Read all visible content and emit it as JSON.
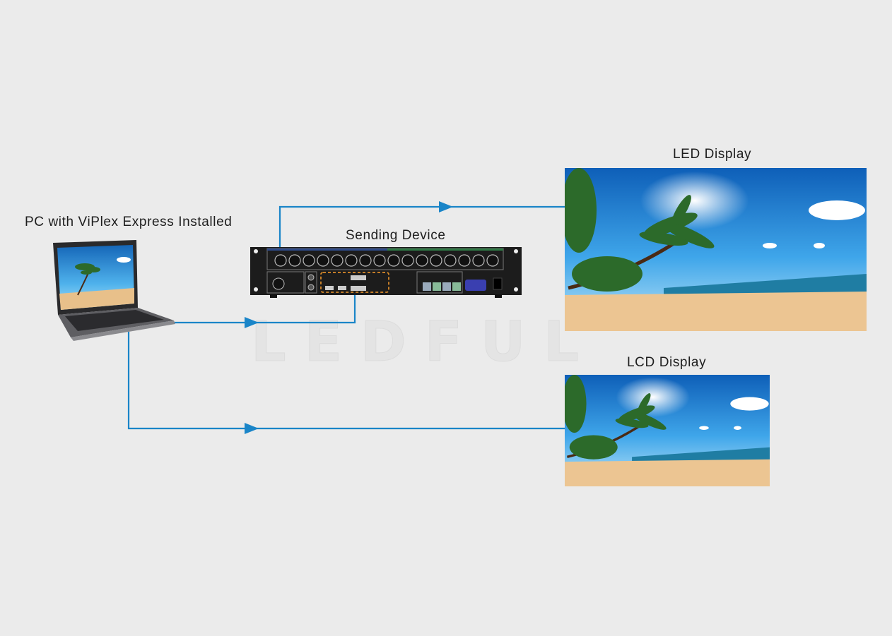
{
  "diagram": {
    "nodes": {
      "pc": {
        "label": "PC with ViPlex Express Installed",
        "icon": "laptop-icon"
      },
      "sender": {
        "label": "Sending Device",
        "icon": "sending-device-icon"
      },
      "led": {
        "label": "LED Display",
        "icon": "beach-image"
      },
      "lcd": {
        "label": "LCD Display",
        "icon": "beach-image"
      }
    },
    "connections": [
      {
        "from": "PC with ViPlex Express Installed",
        "to": "Sending Device"
      },
      {
        "from": "Sending Device",
        "to": "LED Display"
      },
      {
        "from": "PC with ViPlex Express Installed",
        "to": "LCD Display"
      }
    ],
    "watermark": "LEDFUL",
    "colors": {
      "background": "#ebebeb",
      "arrow": "#1a85c8",
      "device_body": "#1c1c1c"
    }
  }
}
